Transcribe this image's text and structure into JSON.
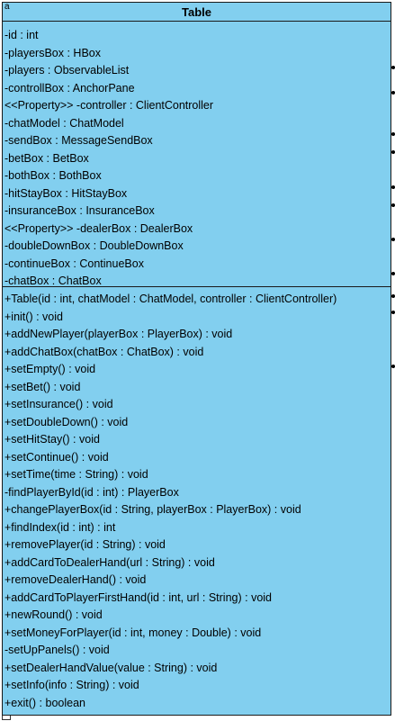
{
  "class_box": {
    "corner_mark": "a",
    "name": "Table",
    "attributes": [
      "-id : int",
      "-playersBox : HBox",
      "-players : ObservableList",
      "-controllBox : AnchorPane",
      "<<Property>> -controller : ClientController",
      "-chatModel : ChatModel",
      "-sendBox : MessageSendBox",
      "-betBox : BetBox",
      "-bothBox : BothBox",
      "-hitStayBox : HitStayBox",
      "-insuranceBox : InsuranceBox",
      "<<Property>> -dealerBox : DealerBox",
      "-doubleDownBox : DoubleDownBox",
      "-continueBox : ContinueBox",
      "-chatBox : ChatBox"
    ],
    "operations": [
      "+Table(id : int, chatModel : ChatModel, controller : ClientController)",
      "+init() : void",
      "+addNewPlayer(playerBox : PlayerBox) : void",
      "+addChatBox(chatBox : ChatBox) : void",
      "+setEmpty() : void",
      "+setBet() : void",
      "+setInsurance() : void",
      "+setDoubleDown() : void",
      "+setHitStay() : void",
      "+setContinue() : void",
      "+setTime(time : String) : void",
      "-findPlayerById(id : int) : PlayerBox",
      "+changePlayerBox(id : String, playerBox : PlayerBox) : void",
      "+findIndex(id : int) : int",
      "+removePlayer(id : String) : void",
      "+addCardToDealerHand(url : String) : void",
      "+removeDealerHand() : void",
      "+addCardToPlayerFirstHand(id : int, url : String) : void",
      "+newRound() : void",
      "+setMoneyForPlayer(id : int, money : Double) : void",
      "-setUpPanels() : void",
      "+setDealerHandValue(value : String) : void",
      "+setInfo(info : String) : void",
      "+exit() : boolean"
    ]
  },
  "colors": {
    "fill": "#82cfef",
    "border": "#1a1a1a",
    "text": "#000000"
  }
}
